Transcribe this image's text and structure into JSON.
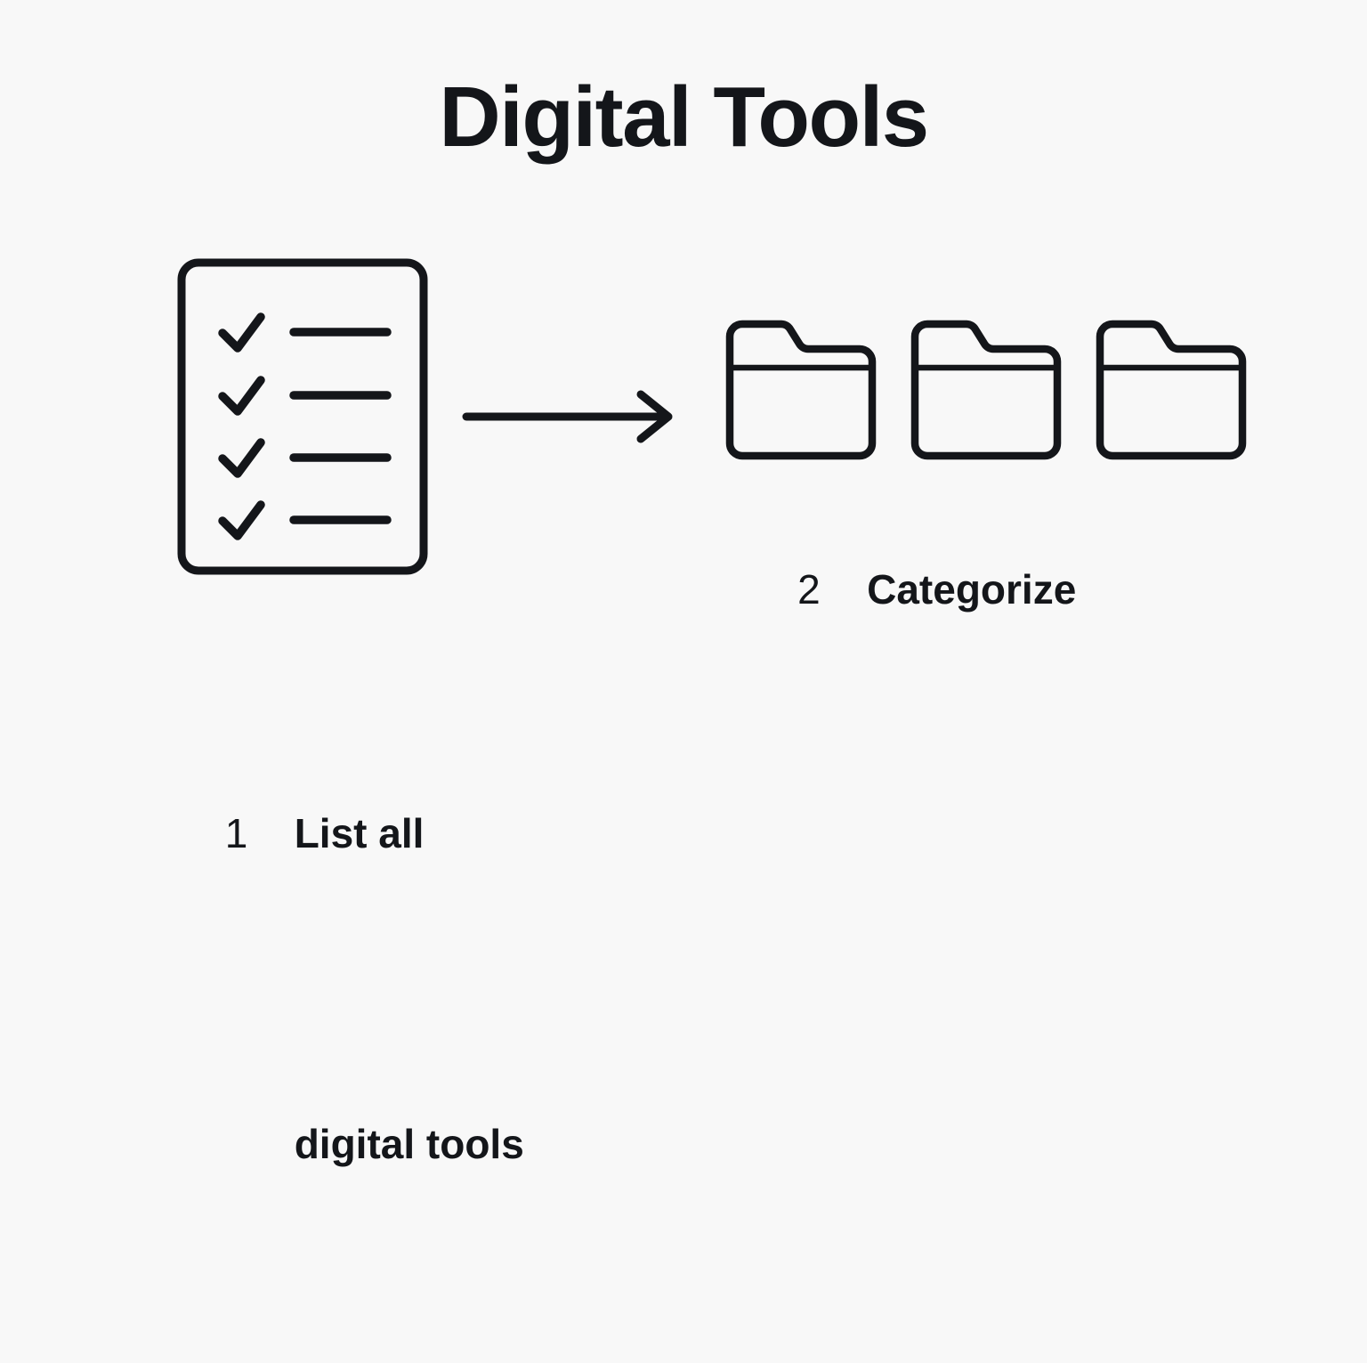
{
  "page": {
    "title": "Digital Tools",
    "background_color": "#f8f8f8",
    "ink_color": "#14161a"
  },
  "steps": [
    {
      "number": "1",
      "label_line1": "List all",
      "label_line2": "digital tools",
      "icon": "checklist-icon",
      "checklist": {
        "rows": 4,
        "checkmarks": 4,
        "lines": 4
      }
    },
    {
      "number": "2",
      "label_line1": "Categorize",
      "label_line2": "",
      "icon": "folder-icon",
      "folders": {
        "count": 3
      }
    }
  ],
  "connector": {
    "type": "arrow-right",
    "from": "checklist-icon",
    "to": "folder-group"
  }
}
